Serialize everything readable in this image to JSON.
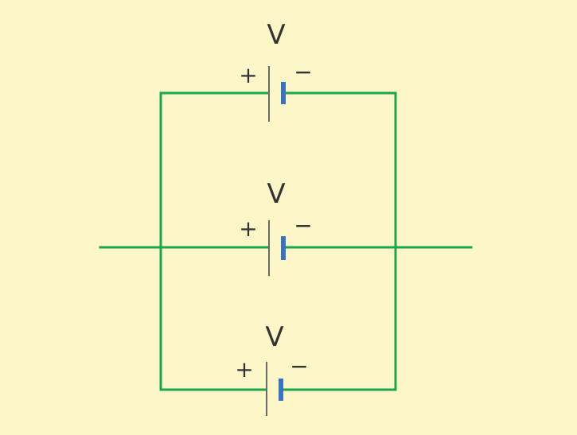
{
  "colors": {
    "background": "#fdf6c9",
    "wire": "#1aa64a",
    "plate_long": "#6a6a6a",
    "plate_short": "#3b72c0",
    "text": "#333333"
  },
  "batteries": [
    {
      "voltage_label": "V",
      "positive_label": "+",
      "negative_label": "−"
    },
    {
      "voltage_label": "V",
      "positive_label": "+",
      "negative_label": "−"
    },
    {
      "voltage_label": "V",
      "positive_label": "+",
      "negative_label": "−"
    }
  ]
}
